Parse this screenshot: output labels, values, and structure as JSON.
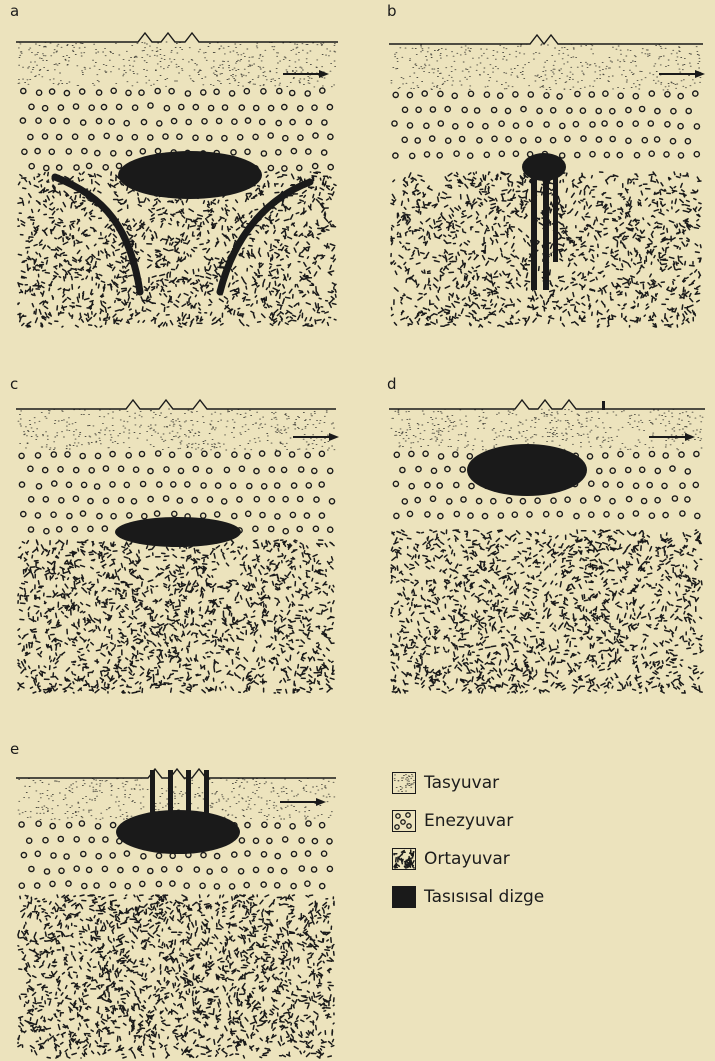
{
  "panels": [
    {
      "id": "a",
      "label": "a"
    },
    {
      "id": "b",
      "label": "b"
    },
    {
      "id": "c",
      "label": "c"
    },
    {
      "id": "d",
      "label": "d"
    },
    {
      "id": "e",
      "label": "e"
    }
  ],
  "legend": {
    "items": [
      {
        "key": "tasyuvar",
        "label": "Tasyuvar"
      },
      {
        "key": "enezyuvar",
        "label": "Enezyuvar"
      },
      {
        "key": "ortayuvar",
        "label": "Ortayuvar"
      },
      {
        "key": "tasisisal",
        "label": "Tasısısal dizge"
      }
    ]
  },
  "colors": {
    "paper": "#ece3bd",
    "ink": "#1a1a1a"
  }
}
